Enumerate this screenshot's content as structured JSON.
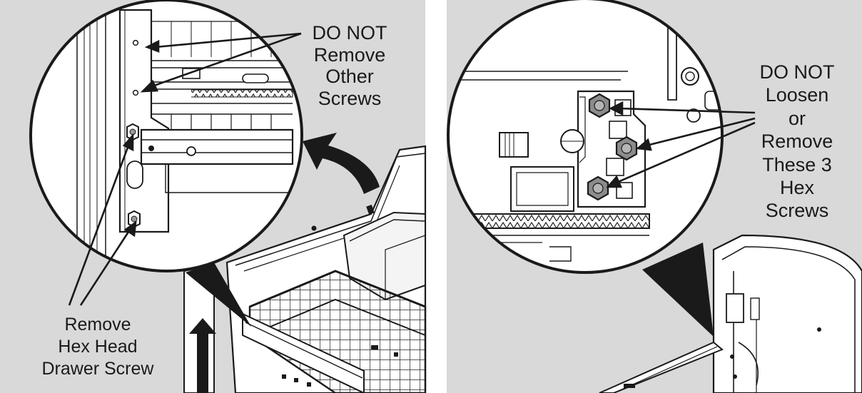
{
  "colors": {
    "panel_background": "#d9d9d9",
    "line": "#1a1a1a",
    "inset_background": "#ffffff"
  },
  "left_panel": {
    "callout_top": {
      "lines": [
        "DO NOT",
        "Remove",
        "Other",
        "Screws"
      ]
    },
    "callout_bottom": {
      "lines": [
        "Remove",
        "Hex Head",
        "Drawer Screw"
      ]
    }
  },
  "right_panel": {
    "callout": {
      "lines": [
        "DO NOT",
        "Loosen",
        "or",
        "Remove",
        "These 3",
        "Hex",
        "Screws"
      ]
    }
  }
}
